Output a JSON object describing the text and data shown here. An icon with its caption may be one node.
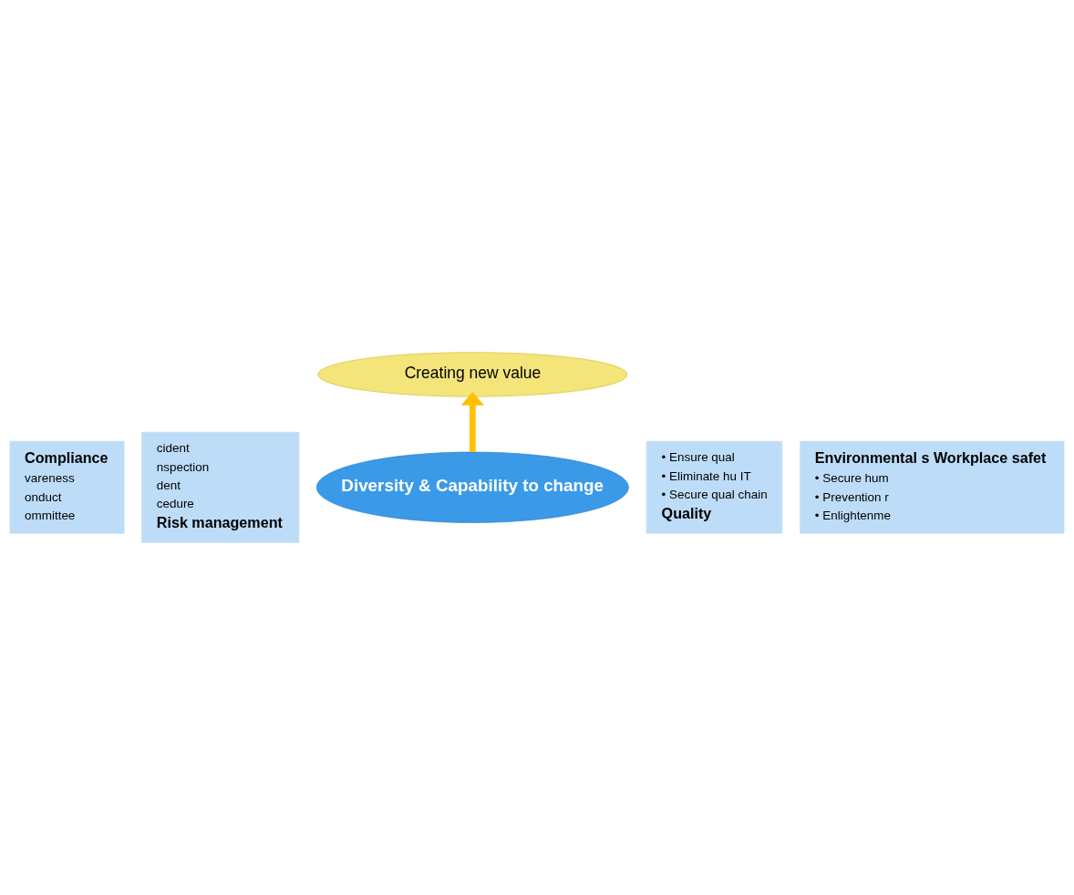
{
  "diagram": {
    "nodes": [
      {
        "text": [
          "Creating new value"
        ]
      },
      {
        "text": [
          "Compliance",
          "vareness",
          "onduct",
          "ommittee"
        ]
      },
      {
        "text": [
          "Environmental s Workplace safet",
          "• Secure hum",
          "• Prevention r",
          "• Enlightenme"
        ]
      },
      {
        "text": [
          "cident",
          "nspection",
          "dent",
          "cedure",
          "Risk management"
        ]
      },
      {
        "text": [
          "• Ensure qual",
          "• Eliminate hu IT",
          "• Secure qual chain",
          "Quality"
        ]
      },
      {
        "text": [
          "Diversity & Capability to change"
        ]
      }
    ],
    "edges": [
      {
        "from": 5,
        "to": 0,
        "arrow": "to",
        "color": "#ffc000"
      }
    ]
  }
}
